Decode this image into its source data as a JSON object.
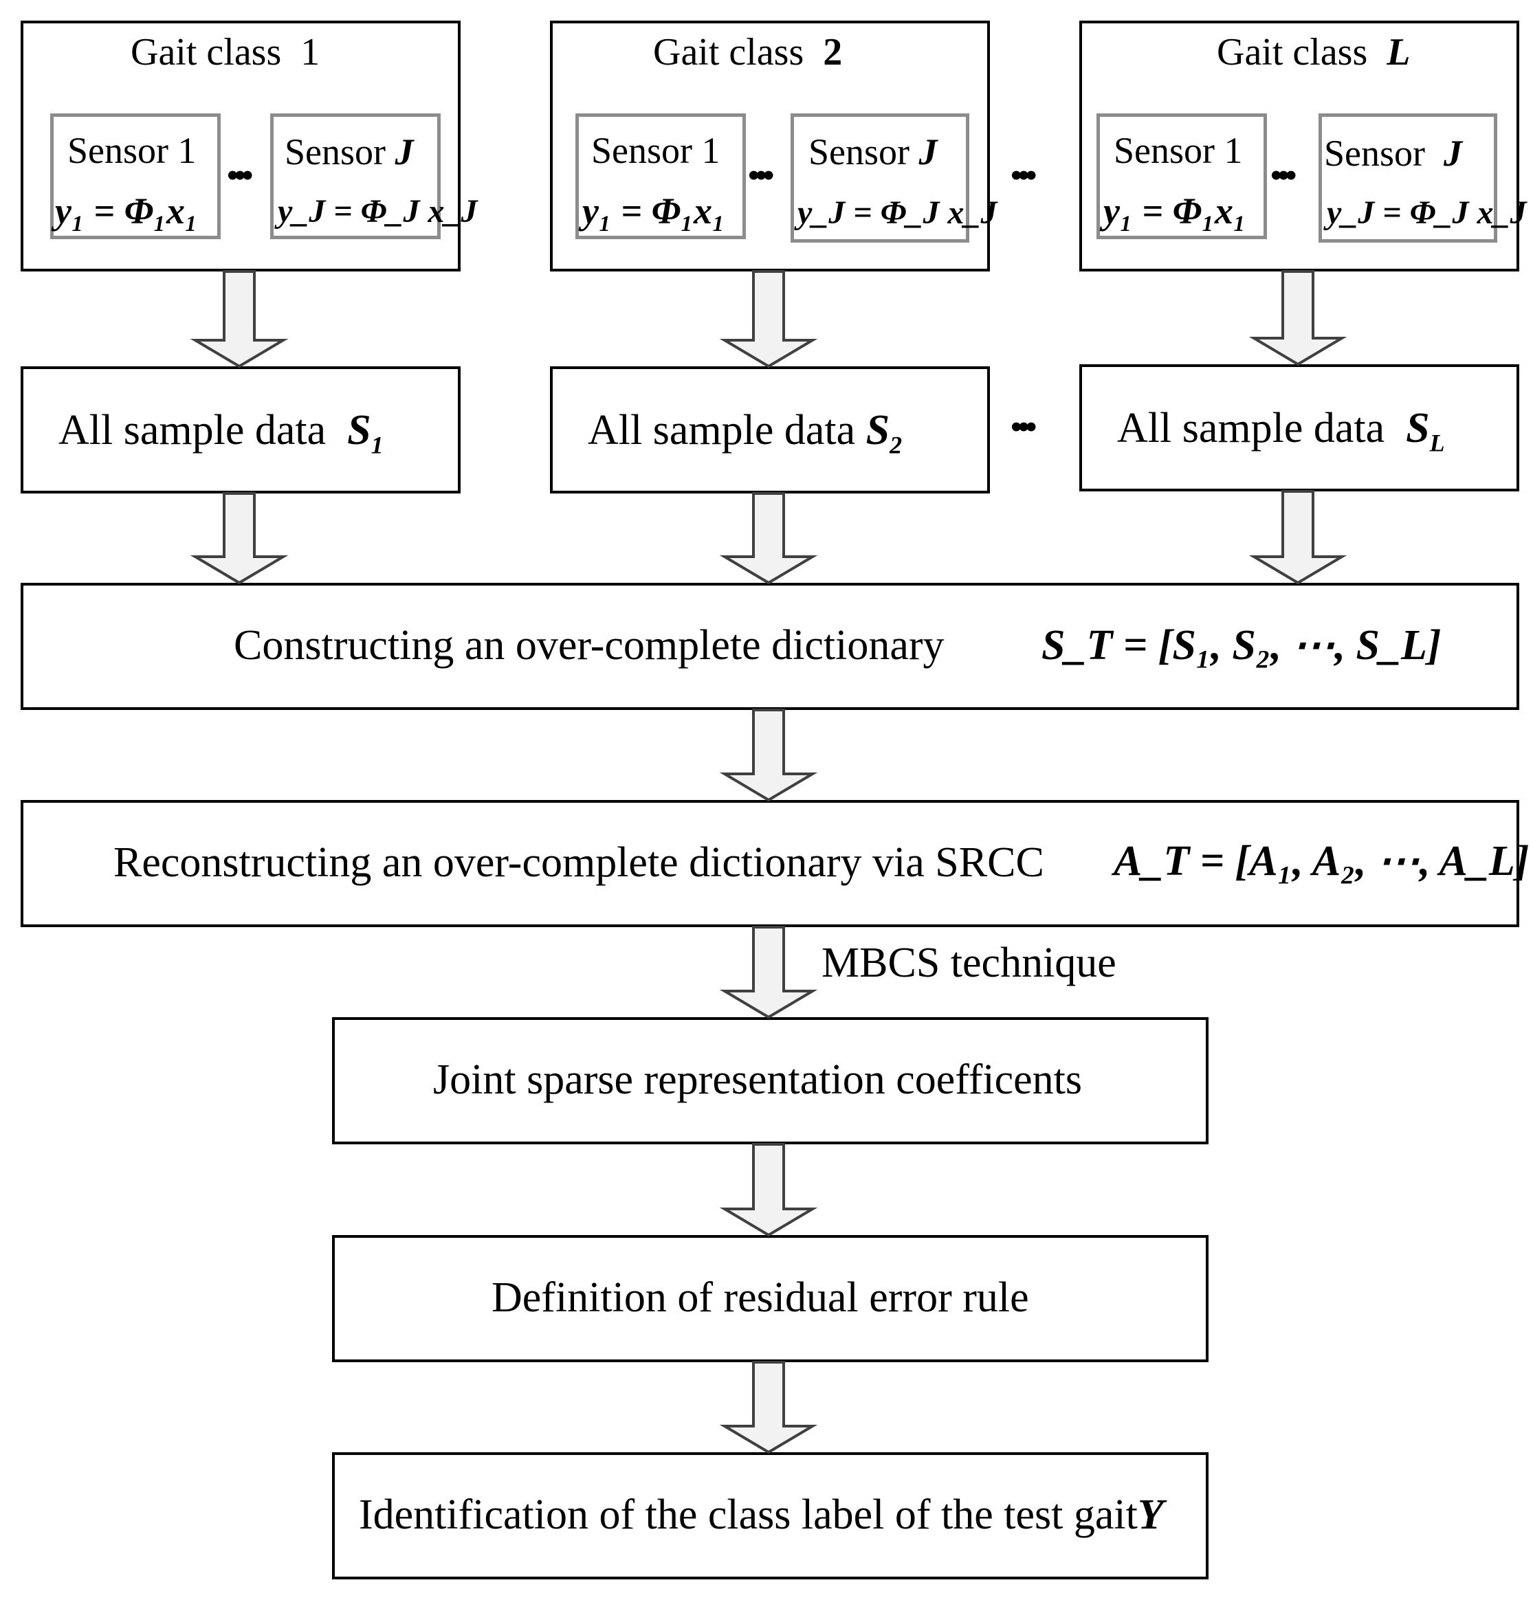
{
  "gait_classes": [
    {
      "title": "Gait class",
      "index": "1",
      "sensor_first": {
        "label": "Sensor 1",
        "equation": "y₁ = Φ₁x₁"
      },
      "sensor_last": {
        "label": "Sensor",
        "index": "J",
        "equation": "y_J = Φ_J x_J"
      },
      "sample": {
        "label": "All sample data",
        "symbol": "S",
        "sub": "1"
      }
    },
    {
      "title": "Gait class",
      "index": "2",
      "sensor_first": {
        "label": "Sensor 1",
        "equation": "y₁ = Φ₁x₁"
      },
      "sensor_last": {
        "label": "Sensor",
        "index": "J",
        "equation": "y_J = Φ_J x_J"
      },
      "sample": {
        "label": "All sample data",
        "symbol": "S",
        "sub": "2"
      }
    },
    {
      "title": "Gait class",
      "index": "L",
      "sensor_first": {
        "label": "Sensor 1",
        "equation": "y₁ = Φ₁x₁"
      },
      "sensor_last": {
        "label": "Sensor",
        "index": "J",
        "equation": "y_J = Φ_J x_J"
      },
      "sample": {
        "label": "All sample data",
        "symbol": "S",
        "sub": "L"
      }
    }
  ],
  "ellipsis": "•••",
  "construct": {
    "label": "Constructing an over-complete dictionary",
    "formula": "S_T = [S₁, S₂, ⋯, S_L]"
  },
  "reconstruct": {
    "label": "Reconstructing an over-complete dictionary via SRCC",
    "formula": "A_T = [A₁, A₂, ⋯, A_L]"
  },
  "mbcs_label": "MBCS technique",
  "joint_sparse": {
    "label": "Joint sparse representation coefficents"
  },
  "residual": {
    "label": "Definition of residual error rule"
  },
  "identification": {
    "label": "Identification of the class label of the test gait",
    "symbol": "Y"
  },
  "colors": {
    "line": "#000000",
    "sensor_border": "#8c8c8c",
    "arrow_fill": "#f2f2f2",
    "arrow_stroke": "#404040"
  }
}
